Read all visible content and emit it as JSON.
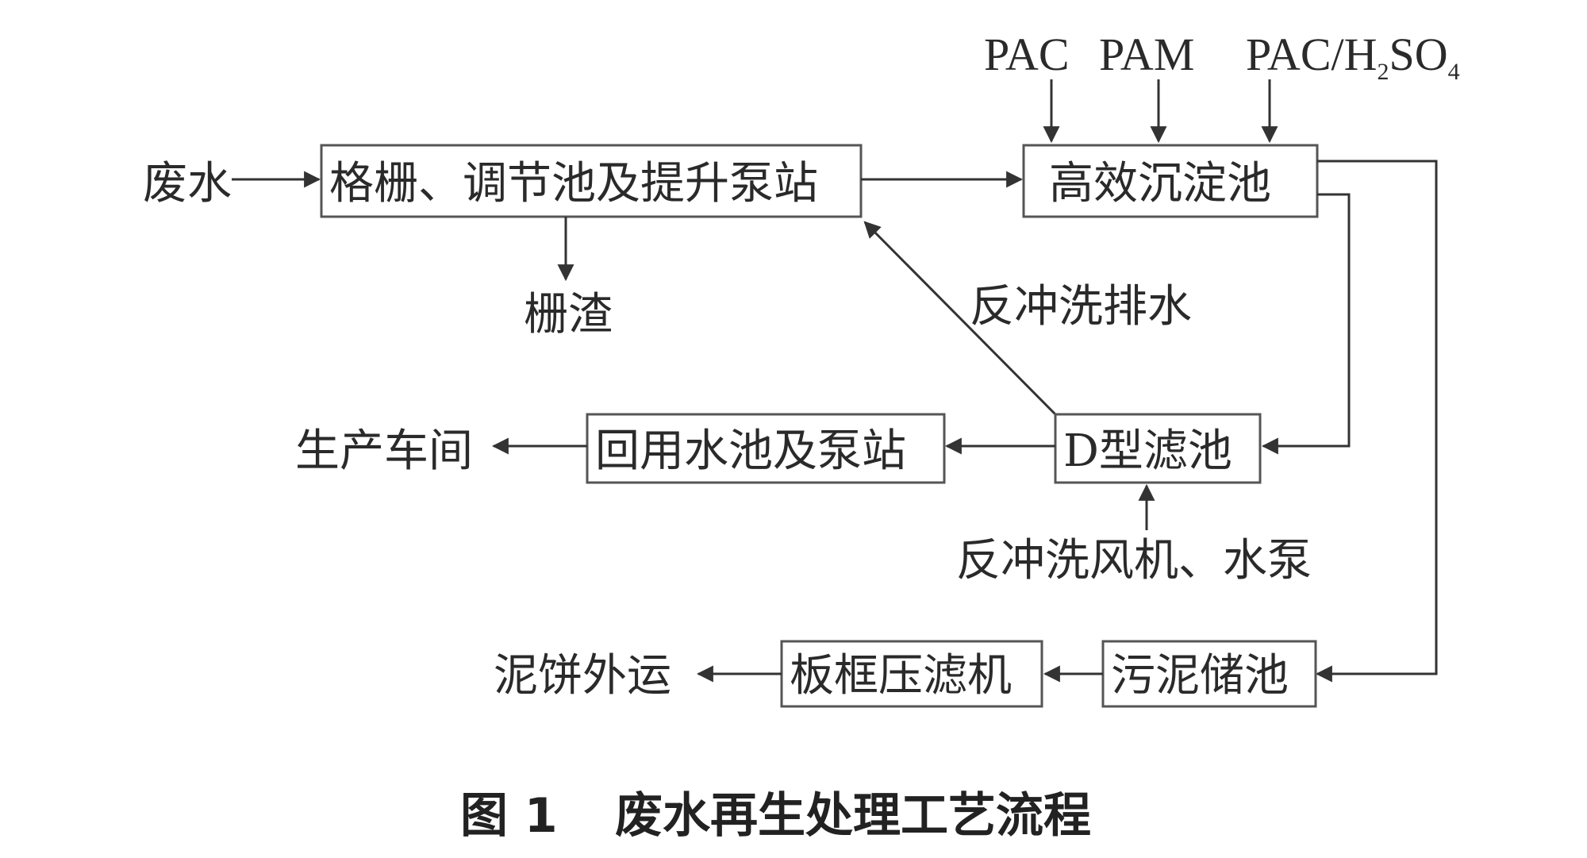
{
  "reagents": {
    "pac": "PAC",
    "pam": "PAM",
    "pac_h2so4": {
      "pre": "PAC/H",
      "sub1": "2",
      "mid": "SO",
      "sub2": "4"
    }
  },
  "nodes": {
    "wastewater": "废水",
    "screen_pump": "格栅、调节池及提升泵站",
    "high_eff_sed": "高效沉淀池",
    "screenings": "栅渣",
    "backwash_drain": "反冲洗排水",
    "d_filter": "D型滤池",
    "reuse_tank": "回用水池及泵站",
    "workshop": "生产车间",
    "backwash_equipment": "反冲洗风机、水泵",
    "sludge_tank": "污泥储池",
    "filter_press": "板框压滤机",
    "cake_out": "泥饼外运"
  },
  "caption": {
    "figure_no": "图 1",
    "title": "废水再生处理工艺流程"
  }
}
